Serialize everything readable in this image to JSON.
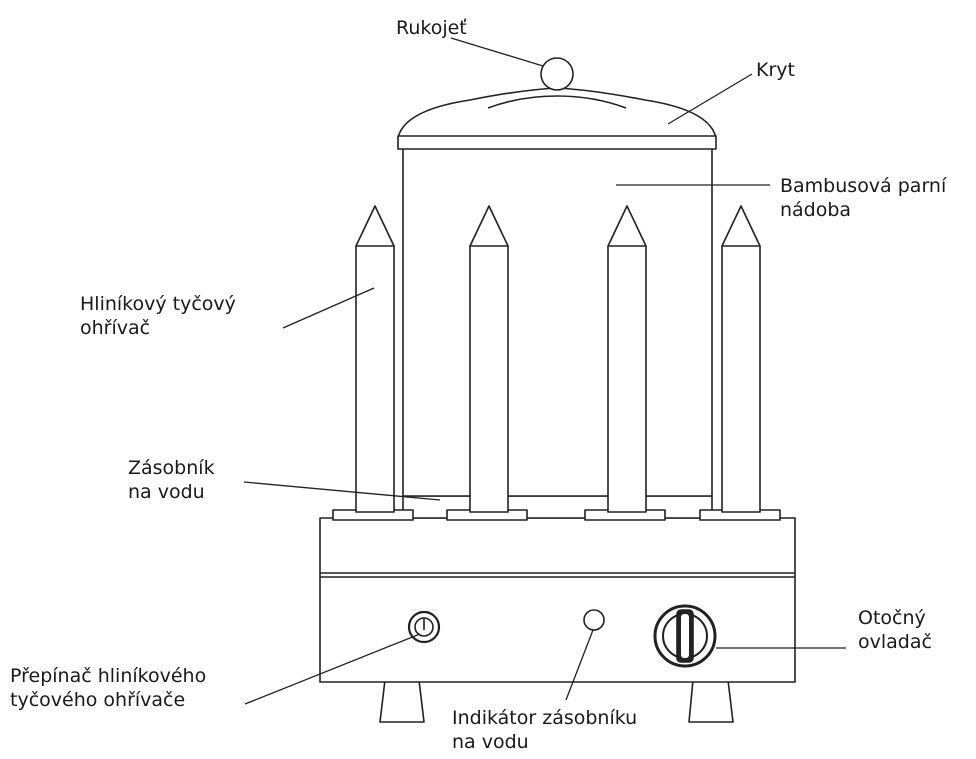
{
  "labels": {
    "handle": "Rukojeť",
    "lid": "Kryt",
    "steamer_line1": "Bambusová parní",
    "steamer_line2": "nádoba",
    "heater_line1": "Hliníkový tyčový",
    "heater_line2": "ohřívač",
    "reservoir_line1": "Zásobník",
    "reservoir_line2": "na vodu",
    "knob_line1": "Otočný",
    "knob_line2": "ovladač",
    "switch_line1": "Přepínač hliníkového",
    "switch_line2": "tyčového ohřívače",
    "indicator_line1": "Indikátor zásobníku",
    "indicator_line2": "na vodu"
  },
  "colors": {
    "stroke": "#222222",
    "text": "#1a1a1a",
    "background": "#ffffff"
  }
}
